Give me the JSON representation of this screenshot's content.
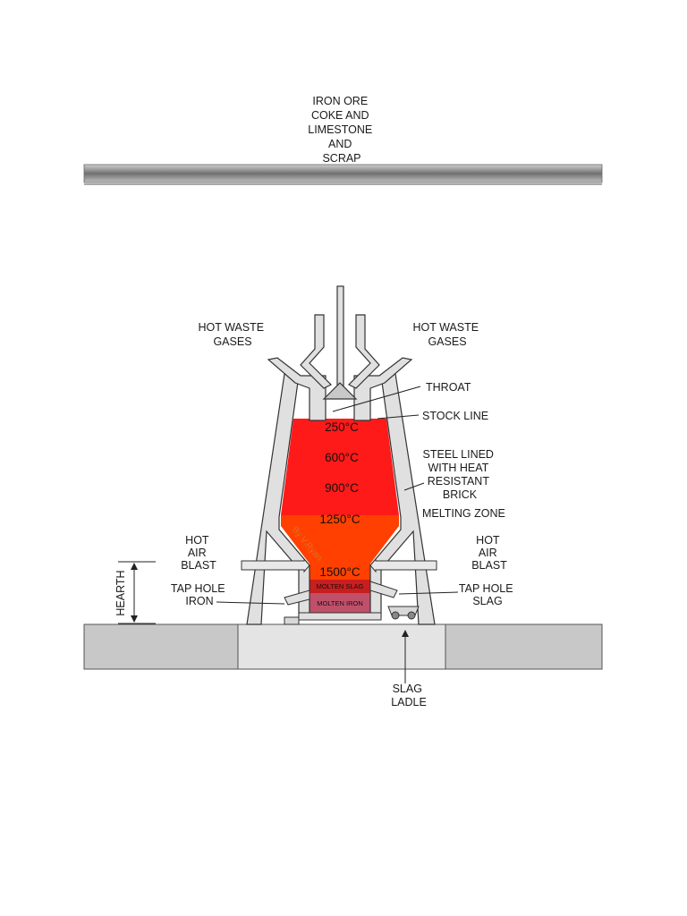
{
  "charge_label": [
    "IRON ORE",
    "COKE AND",
    "LIMESTONE",
    "AND",
    "SCRAP"
  ],
  "labels": {
    "hot_waste_left": [
      "HOT WASTE",
      "GASES"
    ],
    "hot_waste_right": [
      "HOT WASTE",
      "GASES"
    ],
    "throat": "THROAT",
    "stock_line": "STOCK LINE",
    "steel_lined": [
      "STEEL LINED",
      "WITH HEAT",
      "RESISTANT",
      "BRICK"
    ],
    "melting_zone": "MELTING ZONE",
    "hot_air_left": [
      "HOT",
      "AIR",
      "BLAST"
    ],
    "hot_air_right": [
      "HOT",
      "AIR",
      "BLAST"
    ],
    "hearth": "HEARTH",
    "tap_hole_iron": [
      "TAP HOLE",
      "IRON"
    ],
    "tap_hole_slag": [
      "TAP HOLE",
      "SLAG"
    ],
    "slag_ladle": [
      "SLAG",
      "LADLE"
    ]
  },
  "temperatures": [
    "250°C",
    "600°C",
    "900°C",
    "1250°C",
    "1500°C"
  ],
  "zones": {
    "molten_slag": "MOLTEN SLAG",
    "molten_iron": "MOLTEN IRON"
  },
  "watermark": "By V.Ryan",
  "colors": {
    "upper_zone": "#ff1a1a",
    "melting_zone": "#ff4000",
    "molten_slag": "#c81e1e",
    "molten_iron": "#c0506a",
    "wall": "#e0e0e0",
    "ground": "#c8c8c8"
  }
}
